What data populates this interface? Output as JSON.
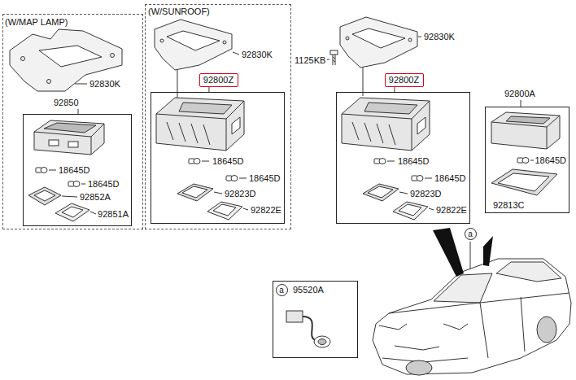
{
  "diagram": {
    "nodes": [
      {
        "text": [
          "(W/MAP LAMP)",
          "92830K"
        ]
      },
      {
        "text": [
          "92850",
          "18645D",
          "18645D",
          "92852A",
          "92851A"
        ],
        "in": 0
      },
      {
        "text": [
          "(W/SUNROOF)",
          "92830K"
        ]
      },
      {
        "text": [
          "92800Z"
        ],
        "in": 2
      },
      {
        "text": [
          "18645D",
          "18645D",
          "92823D",
          "92822E"
        ],
        "in": 2
      },
      {
        "text": [
          "92800Z"
        ]
      },
      {
        "text": [
          "18645D",
          "18645D",
          "92823D",
          "92822E"
        ]
      },
      {
        "text": [
          "92800A",
          "18645D",
          "92813C"
        ]
      },
      {
        "text": [
          "95520A"
        ]
      },
      {
        "text": [
          "a"
        ],
        "in": 8
      },
      {
        "text": [
          "a"
        ]
      }
    ],
    "edges": [
      {
        "from": 3,
        "to": 4,
        "arrow": "none"
      },
      {
        "from": 5,
        "to": 6,
        "arrow": "none"
      }
    ],
    "labels": [
      "1125KB",
      "92830K"
    ]
  }
}
